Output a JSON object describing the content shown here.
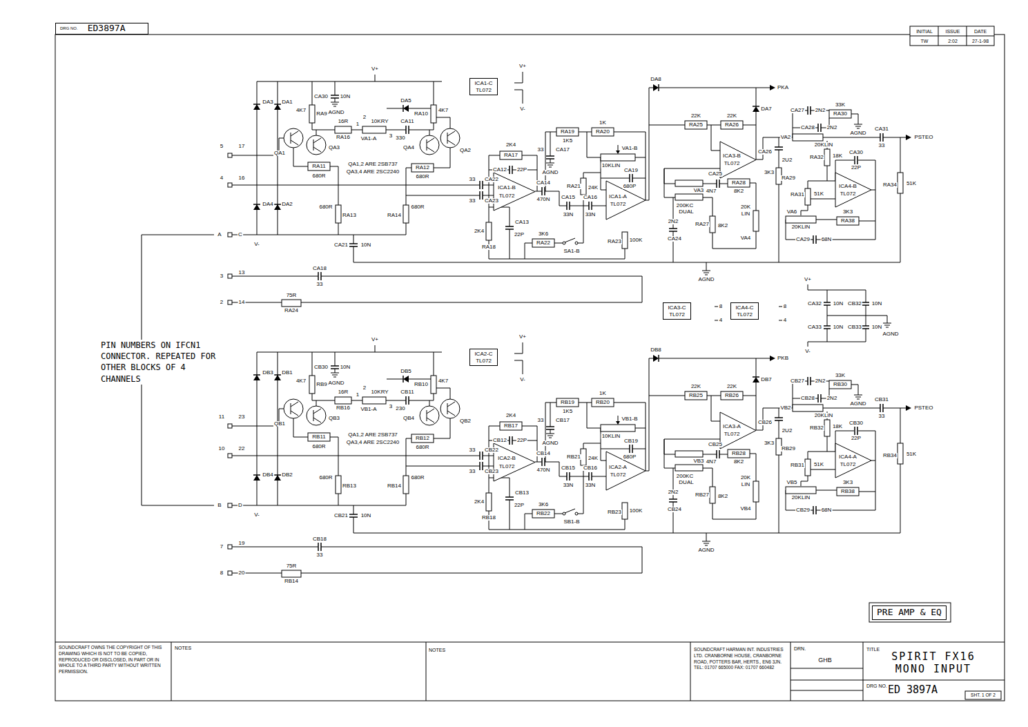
{
  "diagram": {
    "nodes": [
      {
        "text": [
          "DRG NO.",
          "ED3897A"
        ]
      },
      {
        "text": [
          "ICA1-C",
          "TL072"
        ]
      },
      {
        "text": [
          "ICA2-C",
          "TL072"
        ]
      },
      {
        "text": [
          "ICA3-C",
          "TL072"
        ]
      },
      {
        "text": [
          "ICA4-C",
          "TL072"
        ]
      },
      {
        "text": [
          "PRE AMP & EQ"
        ]
      }
    ],
    "labels": [
      "V+",
      "CA30",
      "10N",
      "AGND",
      "DA3",
      "DA1",
      "4K7",
      "RA9",
      "16R",
      "RA16",
      "1",
      "2",
      "3",
      "10KRY",
      "VA1-A",
      "DA5",
      "CA11",
      "330",
      "RA10",
      "4K7",
      "QA1",
      "QA3",
      "QA4",
      "QA2",
      "RA11",
      "680R",
      "RA12",
      "680R",
      "QA1,2 ARE 2SB737",
      "QA3,4 ARE 2SC2240",
      "5",
      "17",
      "4",
      "16",
      "DA4",
      "DA2",
      "680R",
      "RA13",
      "680R",
      "RA14",
      "A",
      "C",
      "V-",
      "CA21",
      "10N",
      "2K4",
      "RA17",
      "CA12",
      "22P",
      "33",
      "CA22",
      "33",
      "CA23",
      "ICA1-B",
      "TL072",
      "CA14",
      "470N",
      "2K4",
      "RA18",
      "CA13",
      "22P",
      "3K6",
      "RA22",
      "SA1-B",
      "RA19",
      "1K5",
      "1K",
      "RA20",
      "33",
      "CA17",
      "AGND",
      "VA1-B",
      "10KLIN",
      "CA19",
      "680P",
      "RA21",
      "24K",
      "CA15",
      "33N",
      "CA16",
      "33N",
      "ICA1-A",
      "TL072",
      "100K",
      "RA23",
      "DA8",
      "PKA",
      "DA7",
      "22K",
      "RA25",
      "22K",
      "RA26",
      "ICA3-B",
      "TL072",
      "CA25",
      "4N7",
      "VA3",
      "RA28",
      "8K2",
      "200KC",
      "DUAL",
      "2N2",
      "CA24",
      "RA27",
      "8K2",
      "20K",
      "LIN",
      "VA4",
      "CA26",
      "2U2",
      "3K3",
      "RA29",
      "CA27",
      "2N2",
      "33K",
      "RA30",
      "AGND",
      "CA28",
      "2N2",
      "VA2",
      "20KLIN",
      "RA32",
      "18K",
      "CA30",
      "22P",
      "ICA4-B",
      "TL072",
      "RA31",
      "51K",
      "VA6",
      "20KLIN",
      "3K3",
      "RA38",
      "CA29",
      "68N",
      "CA31",
      "33",
      "PSTEO",
      "RA34",
      "51K",
      "13",
      "3",
      "CA18",
      "33",
      "2",
      "14",
      "75R",
      "RA24",
      "AGND",
      "V+",
      "CB30",
      "10N",
      "AGND",
      "DB3",
      "DB1",
      "4K7",
      "RB9",
      "16R",
      "RB16",
      "1",
      "2",
      "3",
      "10KRY",
      "VB1-A",
      "DB5",
      "CB11",
      "230",
      "RB10",
      "4K7",
      "QB1",
      "QB3",
      "QB4",
      "QB2",
      "RB11",
      "680R",
      "RB12",
      "680R",
      "QA1,2 ARE 2SB737",
      "QA3,4 ARE 2SC2240",
      "11",
      "23",
      "10",
      "22",
      "DB4",
      "DB2",
      "680R",
      "RB13",
      "680R",
      "RB14",
      "B",
      "D",
      "V-",
      "CB21",
      "10N",
      "2K4",
      "RB17",
      "CB12",
      "22P",
      "33",
      "CB22",
      "33",
      "CB23",
      "ICA2-B",
      "TL072",
      "CB14",
      "470N",
      "2K4",
      "RB18",
      "CB13",
      "22P",
      "3K6",
      "RB22",
      "SB1-B",
      "RB19",
      "1K5",
      "1K",
      "RB20",
      "33",
      "CB17",
      "AGND",
      "VB1-B",
      "10KLIN",
      "CB19",
      "680P",
      "RB21",
      "24K",
      "CB15",
      "33N",
      "CB16",
      "33N",
      "ICA2-A",
      "TL072",
      "100K",
      "RB23",
      "DB8",
      "PKB",
      "DB7",
      "22K",
      "RB25",
      "22K",
      "RB26",
      "ICA3-A",
      "TL072",
      "CB25",
      "4N7",
      "VB3",
      "RB28",
      "8K2",
      "200KC",
      "DUAL",
      "2N2",
      "CB24",
      "RB27",
      "8K2",
      "20K",
      "LIN",
      "VB4",
      "CB26",
      "2U2",
      "3K3",
      "RB29",
      "CB27",
      "2N2",
      "33K",
      "RB30",
      "AGND",
      "CB28",
      "2N2",
      "VB2",
      "20KLIN",
      "RB32",
      "18K",
      "CB30",
      "22P",
      "ICA4-A",
      "TL072",
      "RB31",
      "51K",
      "VB5",
      "20KLIN",
      "3K3",
      "RB38",
      "CB29",
      "68N",
      "CB31",
      "33",
      "PSTEO",
      "RB34",
      "51K",
      "19",
      "7",
      "CB18",
      "33",
      "8",
      "20",
      "75R",
      "RB14",
      "AGND",
      "V+",
      "V-",
      "V+",
      "V-",
      "8",
      "4",
      "8",
      "4",
      "V+",
      "CA32",
      "10N",
      "CB32",
      "10N",
      "CA33",
      "10N",
      "CB33",
      "10N",
      "AGND",
      "V-",
      "PIN NUMBERS ON IFCN1 CONNECTOR. REPEATED FOR OTHER BLOCKS OF 4 CHANNELS",
      "INITIAL",
      "ISSUE",
      "DATE",
      "TW",
      "2:02",
      "27-1-98",
      "SOUNDCRAFT OWNS THE COPYRIGHT OF THIS DRAWING WHICH IS NOT TO BE COPIED, REPRODUCED OR DISCLOSED, IN PART OR IN WHOLE TO A THIRD PARTY WITHOUT WRITTEN PERMISSION.",
      "NOTES",
      "NOTES",
      "SOUNDCRAFT HARMAN INT. INDUSTRIES LTD. CRANBORNE HOUSE, CRANBORNE ROAD, POTTERS BAR, HERTS., EN6 3JN. TEL: 01707 665000 FAX: 01707 660482",
      "DRN.",
      "GHB",
      "TITLE",
      "SPIRIT FX16 MONO INPUT",
      "DRG NO.",
      "ED 3897A",
      "SHT. 1 OF 2"
    ]
  }
}
